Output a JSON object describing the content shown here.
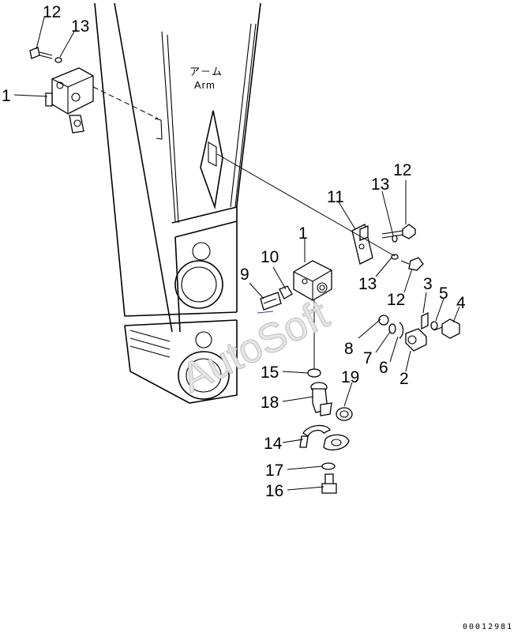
{
  "labels": {
    "arm_jp": "ア－ム",
    "arm_en": "Arm",
    "watermark": "AutoSoft",
    "drawing_id": "00012981"
  },
  "callouts": {
    "top_left_12": "12",
    "top_left_13": "13",
    "top_left_1": "1",
    "right_12a": "12",
    "right_13a": "13",
    "right_11": "11",
    "center_1": "1",
    "center_10": "10",
    "center_9": "9",
    "right_13b": "13",
    "right_12b": "12",
    "right_3": "3",
    "right_5": "5",
    "right_4": "4",
    "right_8": "8",
    "right_7": "7",
    "right_6": "6",
    "right_2": "2",
    "center_15": "15",
    "center_19": "19",
    "center_18": "18",
    "center_14": "14",
    "center_17": "17",
    "center_16": "16"
  },
  "colors": {
    "line": "#000000",
    "background": "#ffffff",
    "watermark": "#c4c4c4",
    "accent_blue": "#1e3cc8"
  }
}
